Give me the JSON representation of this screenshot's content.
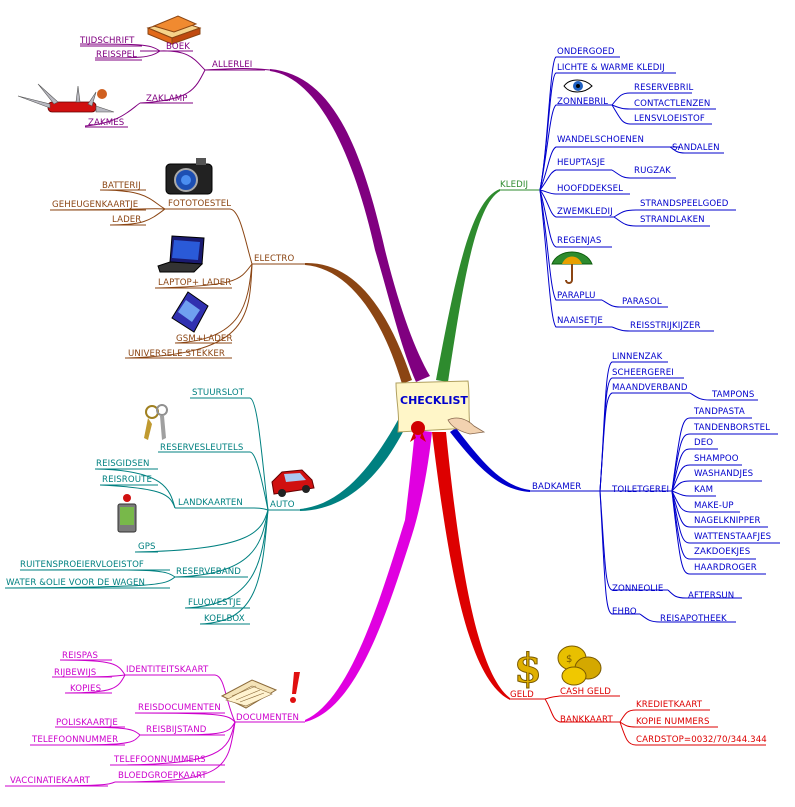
{
  "center": "CHECKLIST",
  "branches": [
    {
      "id": "allerlei",
      "label": "ALLERLEI",
      "color": "#800080",
      "children": [
        {
          "id": "boek",
          "label": "BOEK",
          "children": [
            {
              "id": "tijdschrift",
              "label": "TIJDSCHRIFT"
            },
            {
              "id": "reisspel",
              "label": "REISSPEL"
            }
          ]
        },
        {
          "id": "zaklamp",
          "label": "ZAKLAMP",
          "children": [
            {
              "id": "zakmes",
              "label": "ZAKMES"
            }
          ]
        }
      ]
    },
    {
      "id": "electro",
      "label": "ELECTRO",
      "color": "#8b4513",
      "children": [
        {
          "id": "fototoestel",
          "label": "FOTOTOESTEL",
          "children": [
            {
              "id": "batterij",
              "label": "BATTERIJ"
            },
            {
              "id": "geheugenkaartje",
              "label": "GEHEUGENKAARTJE"
            },
            {
              "id": "lader",
              "label": "LADER"
            }
          ]
        },
        {
          "id": "laptop",
          "label": "LAPTOP+ LADER"
        },
        {
          "id": "gsm",
          "label": "GSM+LADER"
        },
        {
          "id": "stekker",
          "label": "UNIVERSELE STEKKER"
        }
      ]
    },
    {
      "id": "auto",
      "label": "AUTO",
      "color": "#008080",
      "children": [
        {
          "id": "stuurslot",
          "label": "STUURSLOT"
        },
        {
          "id": "reservesleutels",
          "label": "RESERVESLEUTELS"
        },
        {
          "id": "landkaarten",
          "label": "LANDKAARTEN",
          "children": [
            {
              "id": "reisgidsen",
              "label": "REISGIDSEN"
            },
            {
              "id": "reisroute",
              "label": "REISROUTE"
            }
          ]
        },
        {
          "id": "gps",
          "label": "GPS"
        },
        {
          "id": "reserveband",
          "label": "RESERVEBAND",
          "children": [
            {
              "id": "ruitensproeier",
              "label": "RUITENSPROEIERVLOEISTOF"
            },
            {
              "id": "wateroile",
              "label": "WATER &OLIE VOOR DE WAGEN"
            }
          ]
        },
        {
          "id": "fluovestje",
          "label": "FLUOVESTJE"
        },
        {
          "id": "koelbox",
          "label": "KOELBOX"
        }
      ]
    },
    {
      "id": "documenten",
      "label": "DOCUMENTEN",
      "color": "#cc00cc",
      "children": [
        {
          "id": "identiteitskaart",
          "label": "IDENTITEITSKAART",
          "children": [
            {
              "id": "reispas",
              "label": "REISPAS"
            },
            {
              "id": "rijbewijs",
              "label": "RIJBEWIJS"
            },
            {
              "id": "kopies",
              "label": "KOPIES"
            }
          ]
        },
        {
          "id": "reisdocumenten",
          "label": "REISDOCUMENTEN"
        },
        {
          "id": "reisbijstand",
          "label": "REISBIJSTAND",
          "children": [
            {
              "id": "polis",
              "label": "POLISKAARTJE"
            },
            {
              "id": "telefoon1",
              "label": "TELEFOONNUMMER"
            }
          ]
        },
        {
          "id": "telefoon2",
          "label": "TELEFOONNUMMERS"
        },
        {
          "id": "bloedgroep",
          "label": "BLOEDGROEPKAART",
          "children": [
            {
              "id": "vaccinatie",
              "label": "VACCINATIEKAART"
            }
          ]
        }
      ]
    },
    {
      "id": "kledij",
      "label": "KLEDIJ",
      "color": "#2e8b2e",
      "children": [
        {
          "id": "ondergoed",
          "label": "ONDERGOED"
        },
        {
          "id": "warme",
          "label": "LICHTE & WARME KLEDIJ"
        },
        {
          "id": "zonnebril",
          "label": "ZONNEBRIL",
          "children": [
            {
              "id": "reservebril",
              "label": "RESERVEBRIL"
            },
            {
              "id": "contact",
              "label": "CONTACTLENZEN"
            },
            {
              "id": "lens",
              "label": "LENSVLOEISTOF"
            }
          ]
        },
        {
          "id": "wandel",
          "label": "WANDELSCHOENEN",
          "children": [
            {
              "id": "sandalen",
              "label": "SANDALEN"
            }
          ]
        },
        {
          "id": "heup",
          "label": "HEUPTASJE",
          "children": [
            {
              "id": "rugzak",
              "label": "RUGZAK"
            }
          ]
        },
        {
          "id": "hoofd",
          "label": "HOOFDDEKSEL"
        },
        {
          "id": "zwem",
          "label": "ZWEMKLEDIJ",
          "children": [
            {
              "id": "strandspeel",
              "label": "STRANDSPEELGOED"
            },
            {
              "id": "strandlaken",
              "label": "STRANDLAKEN"
            }
          ]
        },
        {
          "id": "regenjas",
          "label": "REGENJAS"
        },
        {
          "id": "paraplu",
          "label": "PARAPLU",
          "children": [
            {
              "id": "parasol",
              "label": "PARASOL"
            }
          ]
        },
        {
          "id": "naaisetje",
          "label": "NAAISETJE",
          "children": [
            {
              "id": "strijk",
              "label": "REISSTRIJKIJZER"
            }
          ]
        }
      ]
    },
    {
      "id": "badkamer",
      "label": "BADKAMER",
      "color": "#0000cc",
      "children": [
        {
          "id": "linnen",
          "label": "LINNENZAK"
        },
        {
          "id": "scheer",
          "label": "SCHEERGEREI"
        },
        {
          "id": "maand",
          "label": "MAANDVERBAND",
          "children": [
            {
              "id": "tampons",
              "label": "TAMPONS"
            }
          ]
        },
        {
          "id": "toilet",
          "label": "TOILETGEREI",
          "children": [
            {
              "id": "tp",
              "label": "TANDPASTA"
            },
            {
              "id": "tb",
              "label": "TANDENBORSTEL"
            },
            {
              "id": "deo",
              "label": "DEO"
            },
            {
              "id": "shampoo",
              "label": "SHAMPOO"
            },
            {
              "id": "washand",
              "label": "WASHANDJES"
            },
            {
              "id": "kam",
              "label": "KAM"
            },
            {
              "id": "makeup",
              "label": "MAKE-UP"
            },
            {
              "id": "nagel",
              "label": "NAGELKNIPPER"
            },
            {
              "id": "watten",
              "label": "WATTENSTAAFJES"
            },
            {
              "id": "zakdoek",
              "label": "ZAKDOEKJES"
            },
            {
              "id": "haar",
              "label": "HAARDROGER"
            }
          ]
        },
        {
          "id": "zonneolie",
          "label": "ZONNEOLIE",
          "children": [
            {
              "id": "after",
              "label": "AFTERSUN"
            }
          ]
        },
        {
          "id": "ehbo",
          "label": "EHBO",
          "children": [
            {
              "id": "apotheek",
              "label": "REISAPOTHEEK"
            }
          ]
        }
      ]
    },
    {
      "id": "geld",
      "label": "GELD",
      "color": "#dd0000",
      "children": [
        {
          "id": "cash",
          "label": "CASH GELD"
        },
        {
          "id": "bankkaart",
          "label": "BANKKAART",
          "children": [
            {
              "id": "krediet",
              "label": "KREDIETKAART"
            },
            {
              "id": "kopienr",
              "label": "KOPIE NUMMERS"
            },
            {
              "id": "cardstop",
              "label": "CARDSTOP=0032/70/344.344"
            }
          ]
        }
      ]
    }
  ]
}
